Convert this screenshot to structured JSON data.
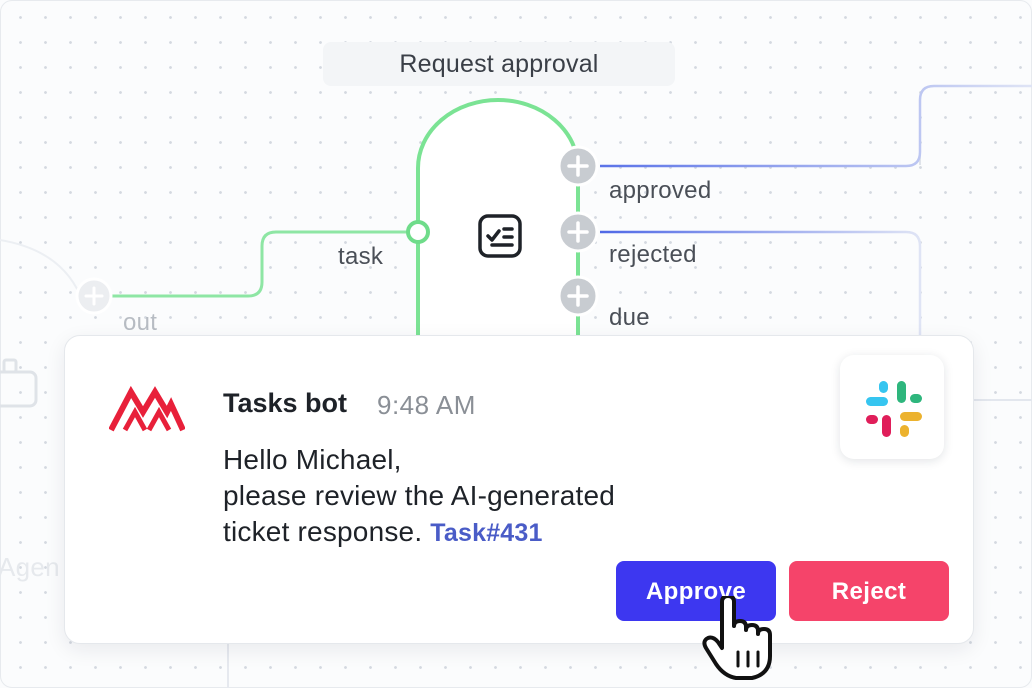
{
  "workflow": {
    "node_title": "Request approval",
    "input_label": "task",
    "upstream_output_label": "out",
    "upstream_node_label": "Agen",
    "outputs": [
      {
        "label": "approved"
      },
      {
        "label": "rejected"
      },
      {
        "label": "due"
      }
    ],
    "node_icon": "checklist-icon",
    "colors": {
      "node_border": "#7be394",
      "approved_edge": "#5b73e8",
      "rejected_edge": "#5b73e8",
      "port_fill": "#c3c7cc"
    }
  },
  "message": {
    "bot_name": "Tasks bot",
    "time": "9:48 AM",
    "line1": "Hello Michael,",
    "line2": "please review the AI-generated",
    "line3": "ticket response.",
    "task_link": "Task#431",
    "app_icon": "slack-icon",
    "brand_icon": "tasks-bot-logo-icon",
    "colors": {
      "brand": "#e8203a",
      "link": "#4a5cc7"
    }
  },
  "actions": {
    "approve_label": "Approve",
    "reject_label": "Reject",
    "colors": {
      "approve": "#3d37f0",
      "reject": "#f5446a"
    }
  }
}
